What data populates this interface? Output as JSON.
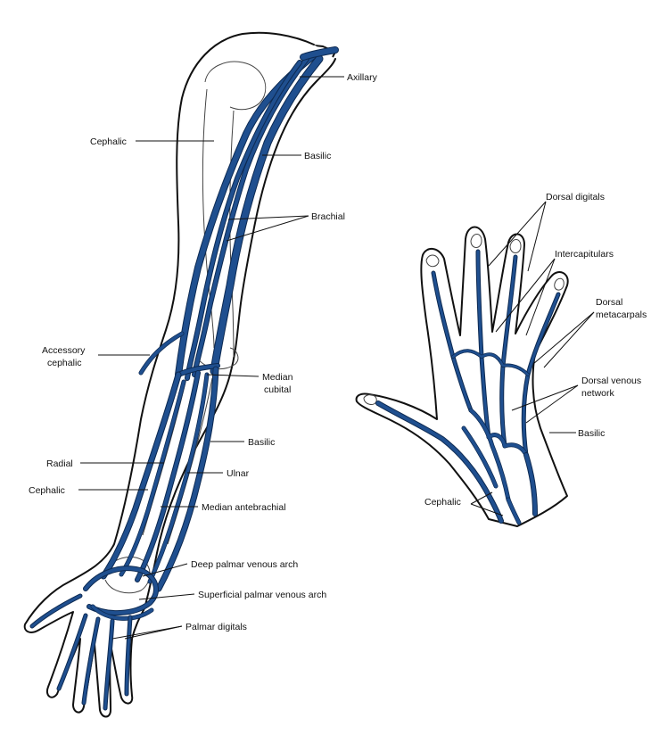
{
  "colors": {
    "vein": "#1f4f8f",
    "vein_edge": "#0d2a52",
    "outline": "#111111",
    "background": "#ffffff"
  },
  "arm": {
    "labels": {
      "axillary": "Axillary",
      "cephalic_upper": "Cephalic",
      "basilic_upper": "Basilic",
      "brachial": "Brachial",
      "accessory_cephalic_1": "Accessory",
      "accessory_cephalic_2": "cephalic",
      "median_cubital_1": "Median",
      "median_cubital_2": "cubital",
      "basilic_forearm": "Basilic",
      "radial": "Radial",
      "ulnar": "Ulnar",
      "cephalic_forearm": "Cephalic",
      "median_antebrachial": "Median antebrachial",
      "deep_palmar_arch": "Deep palmar venous arch",
      "superficial_palmar_arch": "Superficial palmar venous arch",
      "palmar_digitals": "Palmar digitals"
    }
  },
  "hand": {
    "labels": {
      "dorsal_digitals": "Dorsal digitals",
      "intercapitulars": "Intercapitulars",
      "dorsal_metacarpals_1": "Dorsal",
      "dorsal_metacarpals_2": "metacarpals",
      "dorsal_venous_network_1": "Dorsal venous",
      "dorsal_venous_network_2": "network",
      "basilic": "Basilic",
      "cephalic": "Cephalic"
    }
  }
}
